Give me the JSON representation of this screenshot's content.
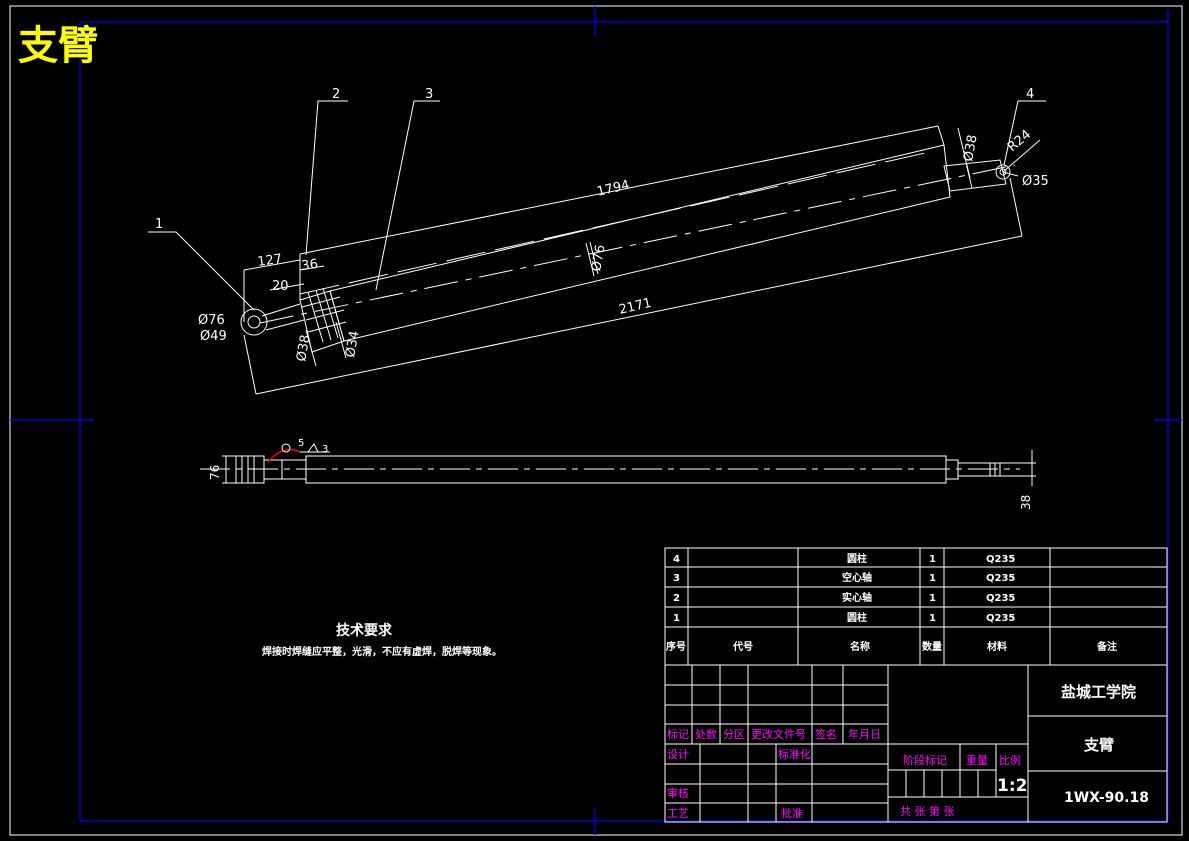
{
  "drawing_title": "支臂",
  "balloons": [
    "1",
    "2",
    "3",
    "4"
  ],
  "dimensions": {
    "length_1794": "1794",
    "length_2171": "2171",
    "length_127": "127",
    "length_36": "36",
    "length_20": "20",
    "dia_76_left": "Ø76",
    "dia_49": "Ø49",
    "dia_38_left": "Ø38",
    "dia_34": "Ø34",
    "dia_76_tube": "Ø76",
    "dia_38_right": "Ø38",
    "radius_24": "R24",
    "dia_35": "Ø35",
    "side_76": "76",
    "side_38": "38",
    "weld_5": "5",
    "weld_3": "3"
  },
  "tech_req": {
    "title": "技术要求",
    "text": "焊接时焊缝应平整，光滑，不应有虚焊，脱焊等现象。"
  },
  "bom": {
    "rows": [
      {
        "no": "4",
        "code": "",
        "name": "圆柱",
        "qty": "1",
        "material": "Q235",
        "note": ""
      },
      {
        "no": "3",
        "code": "",
        "name": "空心轴",
        "qty": "1",
        "material": "Q235",
        "note": ""
      },
      {
        "no": "2",
        "code": "",
        "name": "实心轴",
        "qty": "1",
        "material": "Q235",
        "note": ""
      },
      {
        "no": "1",
        "code": "",
        "name": "圆柱",
        "qty": "1",
        "material": "Q235",
        "note": ""
      }
    ],
    "headers": {
      "no": "序号",
      "code": "代号",
      "name": "名称",
      "qty": "数量",
      "material": "材料",
      "note": "备注"
    }
  },
  "title_block": {
    "school": "盐城工学院",
    "part_name": "支臂",
    "drawing_no": "1WX-90.18",
    "scale": "1:2",
    "labels": {
      "mark": "标记",
      "count": "处数",
      "zone": "分区",
      "change_doc": "更改文件号",
      "sign": "签名",
      "date": "年月日",
      "design": "设计",
      "standard": "标准化",
      "review": "审核",
      "process": "工艺",
      "approve": "批准",
      "stage_mark": "阶段标记",
      "weight": "重量",
      "scale": "比例",
      "sheets": "共    张  第    张"
    }
  },
  "colors": {
    "background": "#000000",
    "line": "#ffffff",
    "frame": "#0000ff",
    "title_text": "#ffff00",
    "label_text": "#ff00ff",
    "weld_symbol": "#ff0000"
  }
}
